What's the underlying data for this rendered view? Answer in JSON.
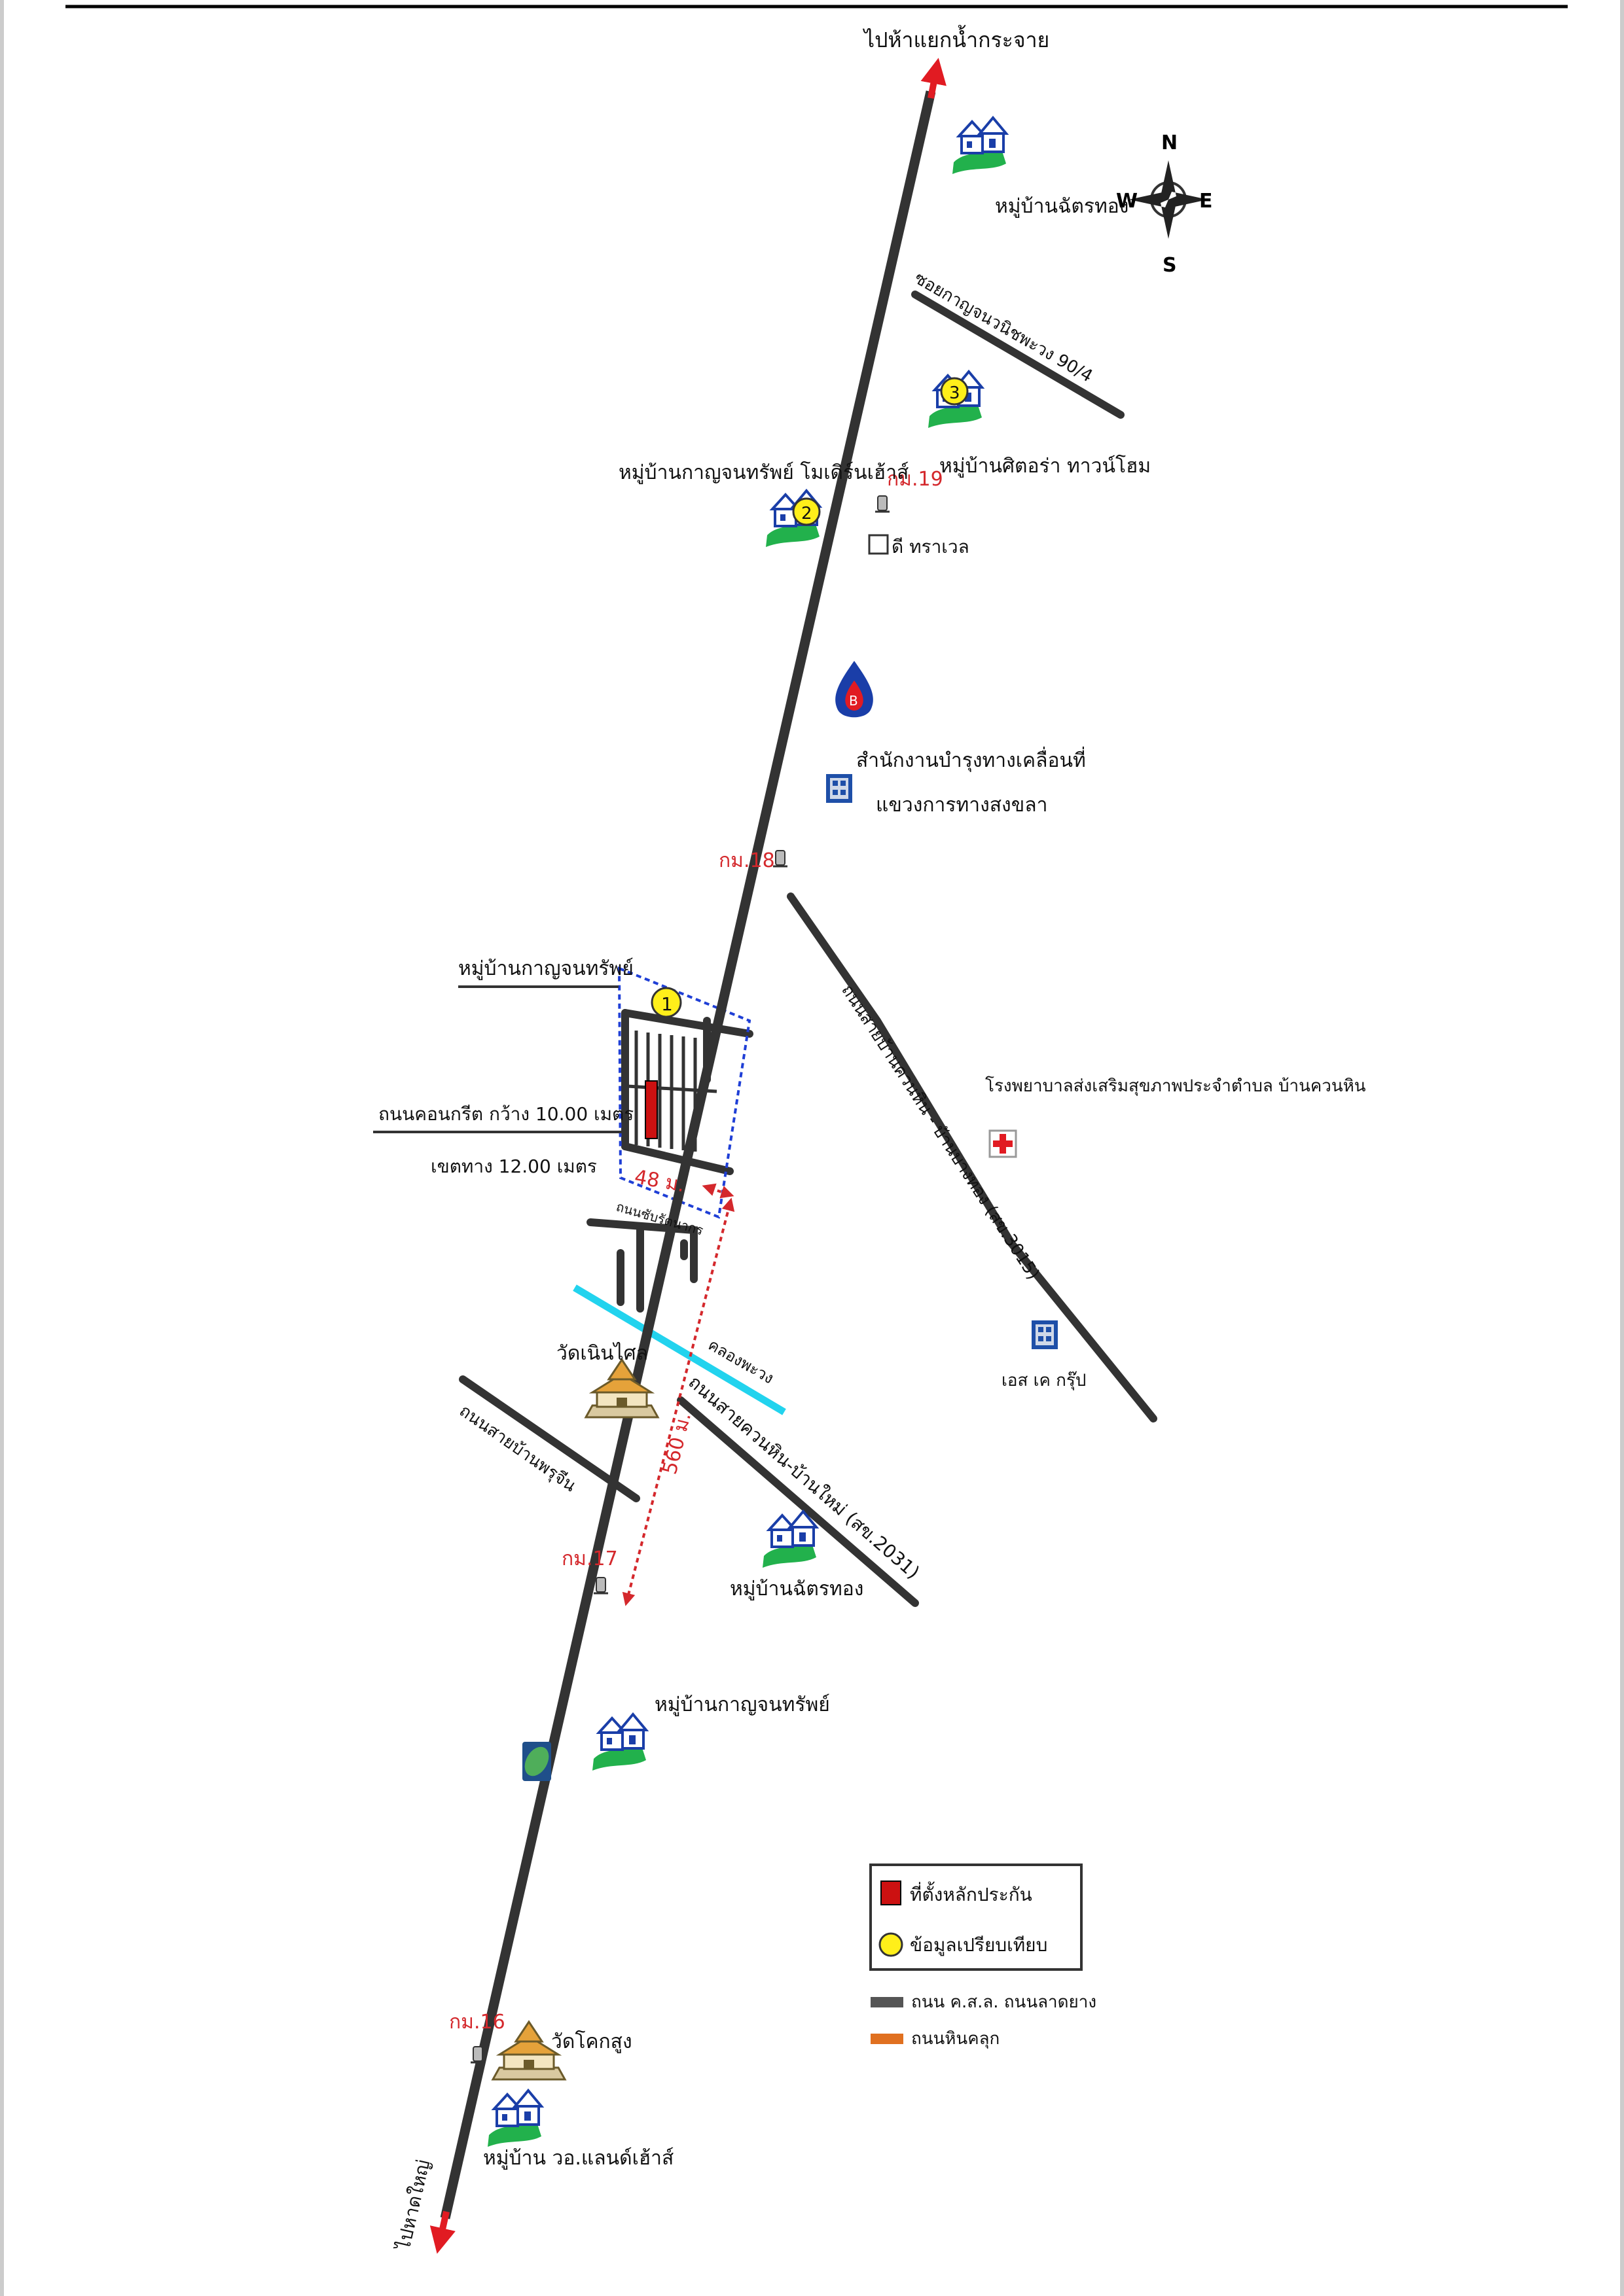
{
  "colors": {
    "road": "#333333",
    "arrow": "#e11b22",
    "canal": "#22d3ee",
    "plot": "#cc1111",
    "dotted_border": "#1f3fd6",
    "marker": "#ffef1a",
    "legend_road": "#555555",
    "legend_laterite": "#e07020"
  },
  "labels": {
    "north_dest": "ไปห้าแยกน้ำกระจาย",
    "south_dest": "ไปหาดใหญ่",
    "village_chattong_top": "หมู่บ้านฉัตรทอง",
    "soi_kanchanawanit": "ซอยกาญจนวนิชพะวง 90/4",
    "village_city_home": "หมู่บ้านศิตอร่า ทาวน์โฮม",
    "village_kanchanasap_modern": "หมู่บ้านกาญจนทรัพย์ โมเดิร์นเฮ้าส์",
    "d_travel": "ดี ทราเวล",
    "highway_office_1": "สำนักงานบำรุงทางเคลื่อนที่",
    "highway_office_2": "แขวงการทางสงขลา",
    "village_kanchanasap": "หมู่บ้านกาญจนทรัพย์",
    "road_khuanhin_bangthong": "ถนนสายบ้านควนหิน - บ้านบางทอง (สข.3015)",
    "hospital": "โรงพยาบาลส่งเสริมสุขภาพประจำตำบล บ้านควนหิน",
    "concrete_road": "ถนนคอนกรีต กว้าง 10.00 เมตร",
    "right_of_way": "เขตทาง 12.00 เมตร",
    "dist_48": "48 ม.",
    "road_soi_small": "ถนนซับรัตนากร",
    "canal": "คลองพะวง",
    "wat_noen": "วัดเนินไศล",
    "road_phruchin": "ถนนสายบ้านพรุจีน",
    "dist_560": "560 ม.",
    "road_khuanhin_banmai": "ถนนสายควนหิน-บ้านใหม่ (สข.2031)",
    "village_chattong_bottom": "หมู่บ้านฉัตรทอง",
    "sk_group": "เอส เค กรุ๊ป",
    "village_kanchanasap_south": "หมู่บ้านกาญจนทรัพย์",
    "wat_khok_sung": "วัดโคกสูง",
    "village_wor_land": "หมู่บ้าน วอ.แลนด์เฮ้าส์"
  },
  "km_markers": {
    "km19": "กม.19",
    "km18": "กม.18",
    "km17": "กม.17",
    "km16": "กม.16"
  },
  "compass": {
    "n": "N",
    "s": "S",
    "e": "E",
    "w": "W"
  },
  "circles": {
    "c1": "1",
    "c2": "2",
    "c3": "3"
  },
  "gas_station": "B",
  "legend": {
    "collateral": "ที่ตั้งหลักประกัน",
    "comparison": "ข้อมูลเปรียบเทียบ",
    "paved_road": "ถนน ค.ส.ล. ถนนลาดยาง",
    "laterite_road": "ถนนหินคลุก"
  }
}
